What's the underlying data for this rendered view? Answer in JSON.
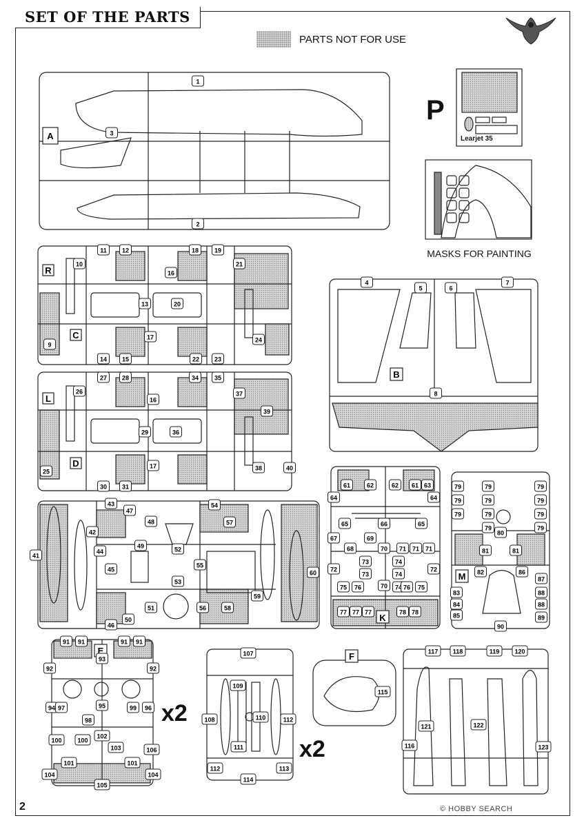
{
  "header": {
    "title": "SET OF THE PARTS"
  },
  "legend": {
    "label": "PARTS NOT FOR USE"
  },
  "photo_etch": {
    "letter": "P",
    "caption": "Learjet 35"
  },
  "masks": {
    "caption": "MASKS FOR PAINTING"
  },
  "multipliers": {
    "e": "x2",
    "g": "x2"
  },
  "page": {
    "number": "2"
  },
  "watermark": "© HOBBY SEARCH",
  "sprues": {
    "A": {
      "letter": "A",
      "parts": [
        "1",
        "2",
        "3"
      ]
    },
    "R": {
      "letter": "R",
      "sub": "C",
      "parts": [
        "9",
        "10",
        "11",
        "12",
        "13",
        "14",
        "15",
        "16",
        "17",
        "18",
        "19",
        "20",
        "21",
        "22",
        "23",
        "24"
      ]
    },
    "L": {
      "letter": "L",
      "sub": "D",
      "parts": [
        "16",
        "17",
        "25",
        "26",
        "27",
        "28",
        "29",
        "30",
        "31",
        "34",
        "35",
        "36",
        "37",
        "38",
        "39",
        "40"
      ]
    },
    "B": {
      "letter": "B",
      "parts": [
        "4",
        "5",
        "6",
        "7",
        "8"
      ]
    },
    "K": {
      "letter": "K",
      "parts": [
        "61",
        "62",
        "62",
        "61",
        "63",
        "64",
        "64",
        "65",
        "66",
        "65",
        "67",
        "68",
        "69",
        "70",
        "71",
        "71",
        "71",
        "72",
        "72",
        "73",
        "73",
        "74",
        "74",
        "74",
        "75",
        "76",
        "70",
        "76",
        "75",
        "77",
        "77",
        "77",
        "78",
        "78"
      ]
    },
    "M": {
      "letter": "M",
      "parts": [
        "79",
        "79",
        "79",
        "79",
        "79",
        "79",
        "79",
        "79",
        "79",
        "79",
        "79",
        "80",
        "81",
        "81",
        "82",
        "83",
        "84",
        "85",
        "86",
        "87",
        "88",
        "88",
        "89",
        "90"
      ]
    },
    "main": {
      "parts": [
        "41",
        "42",
        "43",
        "44",
        "45",
        "46",
        "47",
        "48",
        "49",
        "50",
        "51",
        "52",
        "53",
        "54",
        "55",
        "56",
        "57",
        "58",
        "59",
        "60"
      ]
    },
    "E": {
      "letter": "E",
      "parts": [
        "91",
        "91",
        "91",
        "91",
        "92",
        "92",
        "93",
        "94",
        "95",
        "96",
        "97",
        "98",
        "99",
        "100",
        "100",
        "101",
        "101",
        "102",
        "103",
        "104",
        "104",
        "105",
        "106"
      ]
    },
    "G": {
      "parts": [
        "107",
        "108",
        "109",
        "110",
        "111",
        "112",
        "112",
        "113",
        "114"
      ]
    },
    "F": {
      "letter": "F",
      "parts": [
        "115"
      ]
    },
    "H": {
      "parts": [
        "116",
        "117",
        "118",
        "119",
        "120",
        "121",
        "122",
        "123"
      ]
    }
  }
}
